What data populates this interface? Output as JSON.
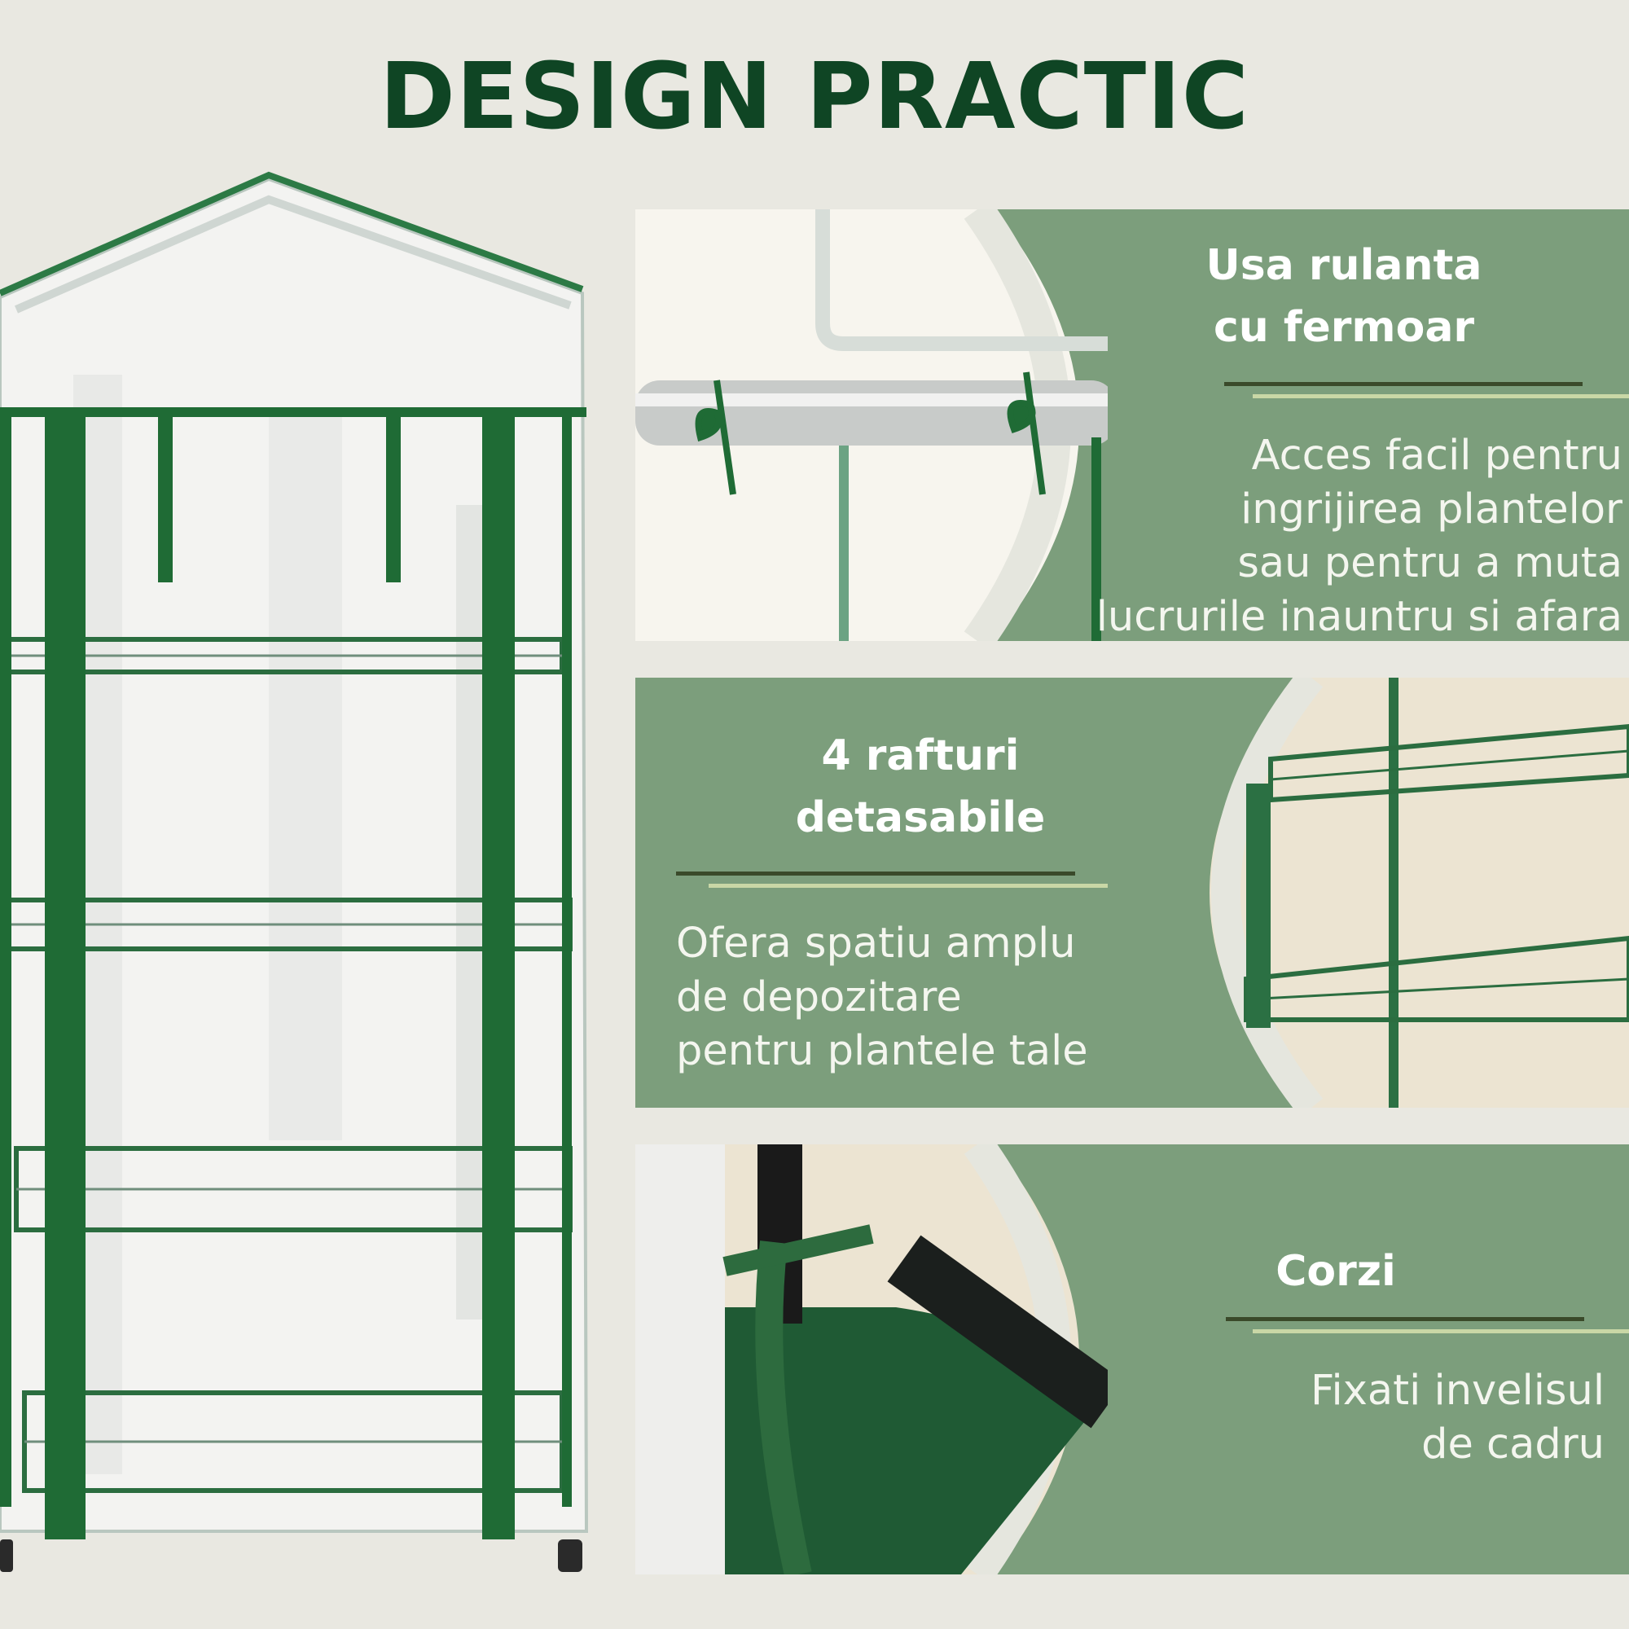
{
  "title": "DESIGN PRACTIC",
  "features": [
    {
      "heading_lines": [
        "Usa rulanta",
        "cu fermoar"
      ],
      "description_lines": [
        "Acces facil pentru",
        "ingrijirea plantelor",
        "sau pentru a muta",
        "lucrurile inauntru si afara"
      ]
    },
    {
      "heading_lines": [
        "4 rafturi",
        "detasabile"
      ],
      "description_lines": [
        "Ofera spatiu amplu",
        "de depozitare",
        "pentru plantele tale"
      ]
    },
    {
      "heading_lines": [
        "Corzi"
      ],
      "description_lines": [
        "Fixati invelisul",
        "de cadru"
      ]
    }
  ],
  "colors": {
    "background": "#e9e8e1",
    "title": "#0f4524",
    "panel": "#7c9e7c",
    "frame_green": "#1f6b35",
    "rule_dark": "#3a4a2a",
    "rule_light": "#c9d7a6"
  }
}
